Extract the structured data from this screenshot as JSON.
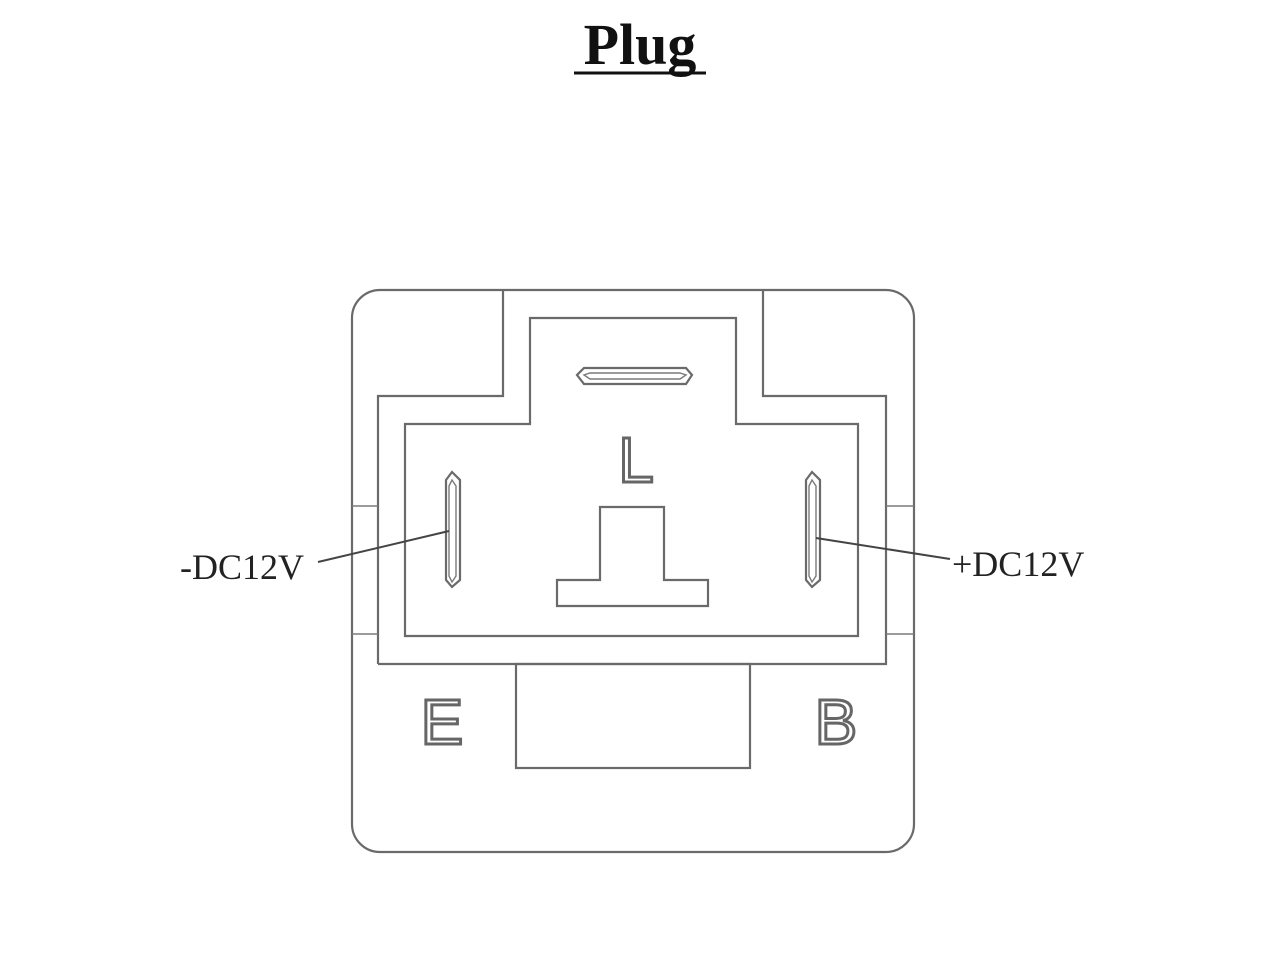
{
  "title": "Plug",
  "terminals": {
    "top": {
      "letter": "L"
    },
    "left": {
      "letter": "E",
      "label": "-DC12V"
    },
    "right": {
      "letter": "B",
      "label": "+DC12V"
    }
  }
}
